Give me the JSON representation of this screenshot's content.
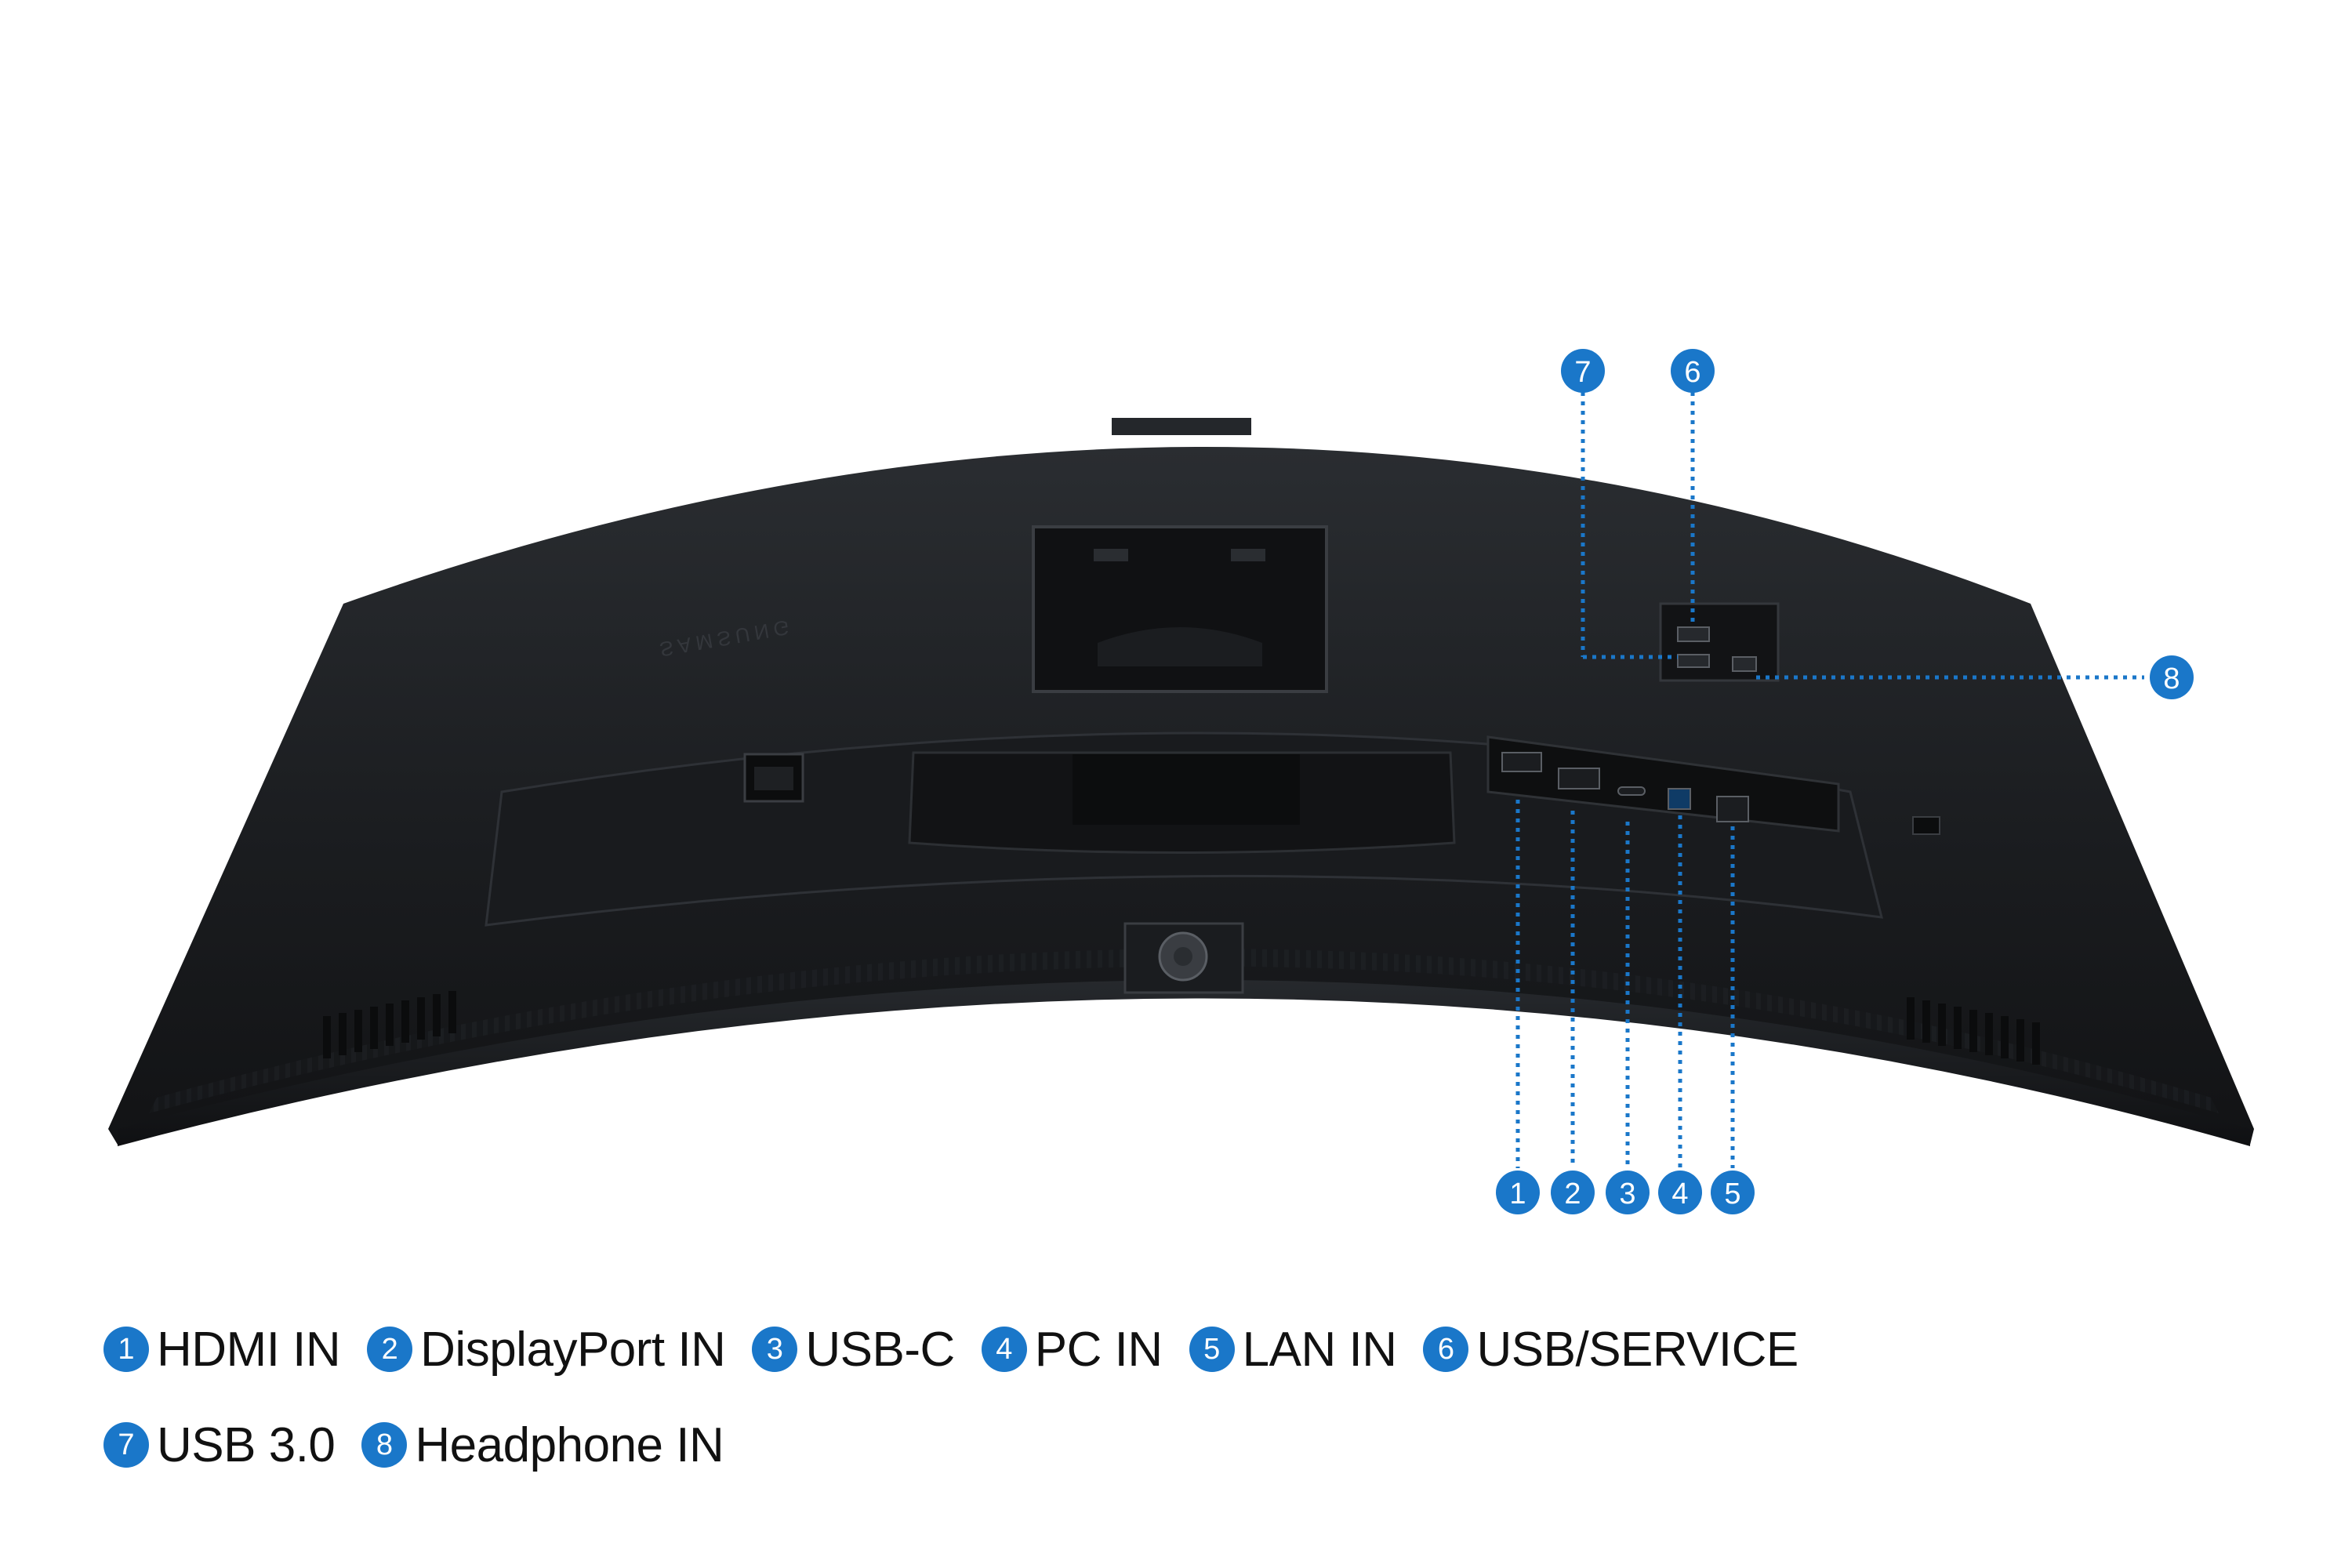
{
  "brand_text": "SAMSUNG",
  "accent_color": "#1a77c9",
  "monitor_color": "#1c1e21",
  "callouts": [
    {
      "num": "1",
      "label": "HDMI IN"
    },
    {
      "num": "2",
      "label": "DisplayPort IN"
    },
    {
      "num": "3",
      "label": "USB-C"
    },
    {
      "num": "4",
      "label": "PC IN"
    },
    {
      "num": "5",
      "label": "LAN IN"
    },
    {
      "num": "6",
      "label": "USB/SERVICE"
    },
    {
      "num": "7",
      "label": "USB 3.0"
    },
    {
      "num": "8",
      "label": "Headphone IN"
    }
  ]
}
